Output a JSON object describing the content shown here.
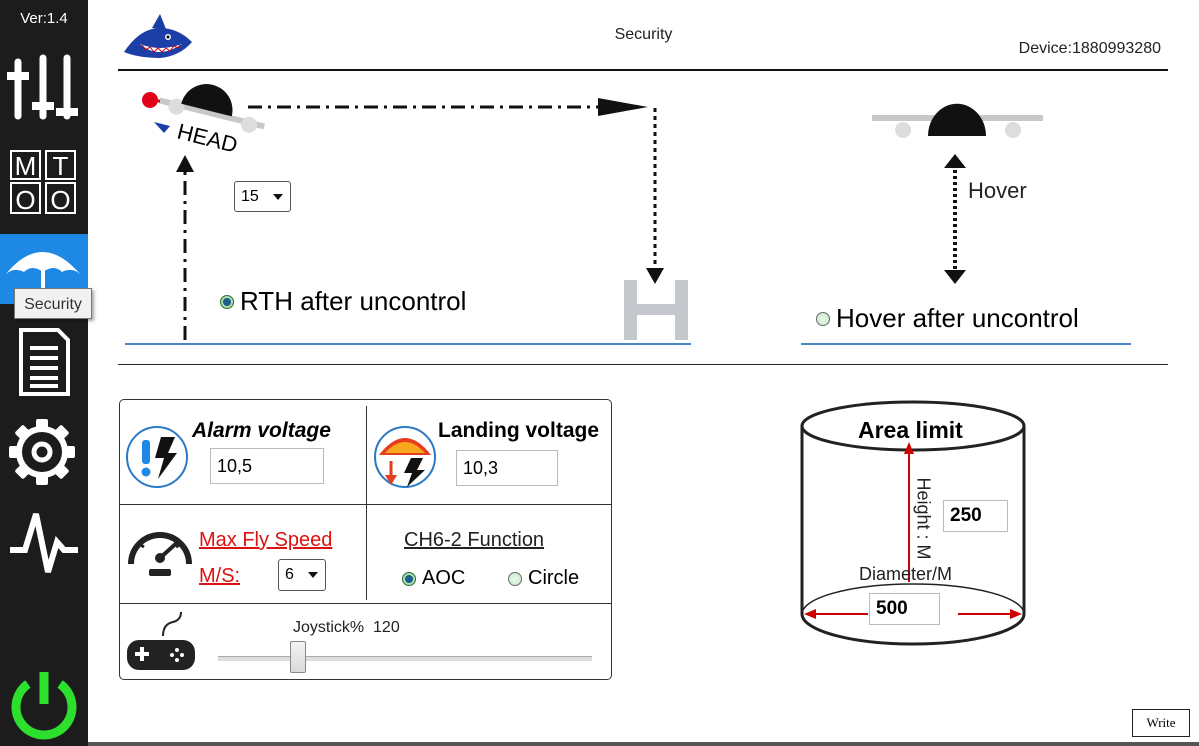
{
  "app": {
    "version": "Ver:1.4",
    "title": "Security",
    "device": "Device:1880993280"
  },
  "sidebar": {
    "items": [
      {
        "name": "mixer",
        "icon": "sliders-icon"
      },
      {
        "name": "mt",
        "icon": "mt-oo-icon"
      },
      {
        "name": "security",
        "icon": "umbrella-icon",
        "active": true
      },
      {
        "name": "document",
        "icon": "document-icon"
      },
      {
        "name": "settings",
        "icon": "gear-icon"
      },
      {
        "name": "monitor",
        "icon": "pulse-icon"
      }
    ],
    "tooltip": "Security",
    "power_icon": "power-icon",
    "accent": "#1e88e5",
    "power_color": "#2ee02e"
  },
  "rth": {
    "head_label": "HEAD",
    "height_select": "15",
    "label": "RTH after uncontrol",
    "selected": true,
    "home_label": "H"
  },
  "hover": {
    "label": "Hover",
    "option_label": "Hover after uncontrol",
    "selected": false
  },
  "panel": {
    "alarm_voltage": {
      "label": "Alarm voltage",
      "value": "10,5",
      "icon": "alarm-bolt-icon"
    },
    "landing_voltage": {
      "label": "Landing voltage",
      "value": "10,3",
      "icon": "parachute-bolt-icon"
    },
    "max_speed": {
      "label1": "Max Fly Speed",
      "label2": "M/S:",
      "value": "6",
      "icon": "speedometer-icon"
    },
    "ch6": {
      "label": "CH6-2 Function",
      "options": [
        {
          "label": "AOC",
          "selected": true
        },
        {
          "label": "Circle",
          "selected": false
        }
      ]
    },
    "joystick": {
      "label": "Joystick%",
      "value": "120",
      "icon": "gamepad-icon",
      "level": 0.2
    }
  },
  "area_limit": {
    "title": "Area limit",
    "height_label": "Height : M",
    "height_value": "250",
    "diameter_label": "Diameter/M",
    "diameter_value": "500"
  },
  "write_button": "Write"
}
